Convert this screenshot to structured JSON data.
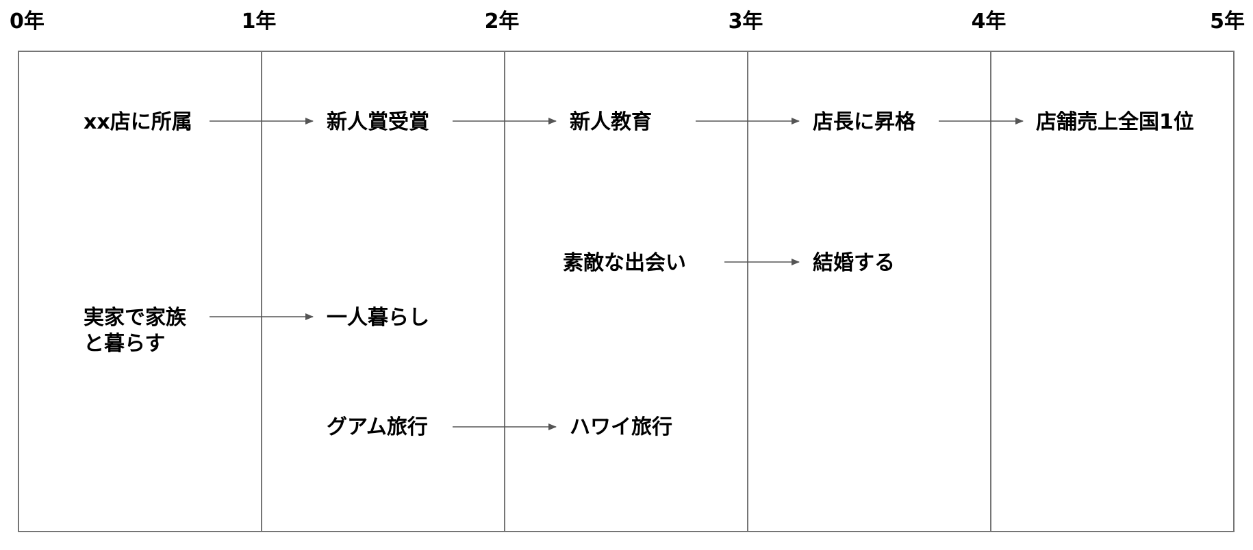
{
  "diagram_title": "",
  "year_labels": [
    "0年",
    "1年",
    "2年",
    "3年",
    "4年",
    "5年"
  ],
  "colors": {
    "frame_stroke": "#757575",
    "arrow": "#555555",
    "text": "#000000",
    "background": "#ffffff"
  },
  "events": {
    "assigned_to_store": "xx店に所属",
    "rookie_award": "新人賞受賞",
    "newcomer_training": "新人教育",
    "promoted_to_manager": "店長に昇格",
    "top_store_sales_nationwide": "店舗売上全国1位",
    "nice_encounter": "素敵な出会い",
    "get_married": "結婚する",
    "living_with_family": "実家で家族\nと暮らす",
    "living_alone": "一人暮らし",
    "guam_trip": "グアム旅行",
    "hawaii_trip": "ハワイ旅行"
  }
}
